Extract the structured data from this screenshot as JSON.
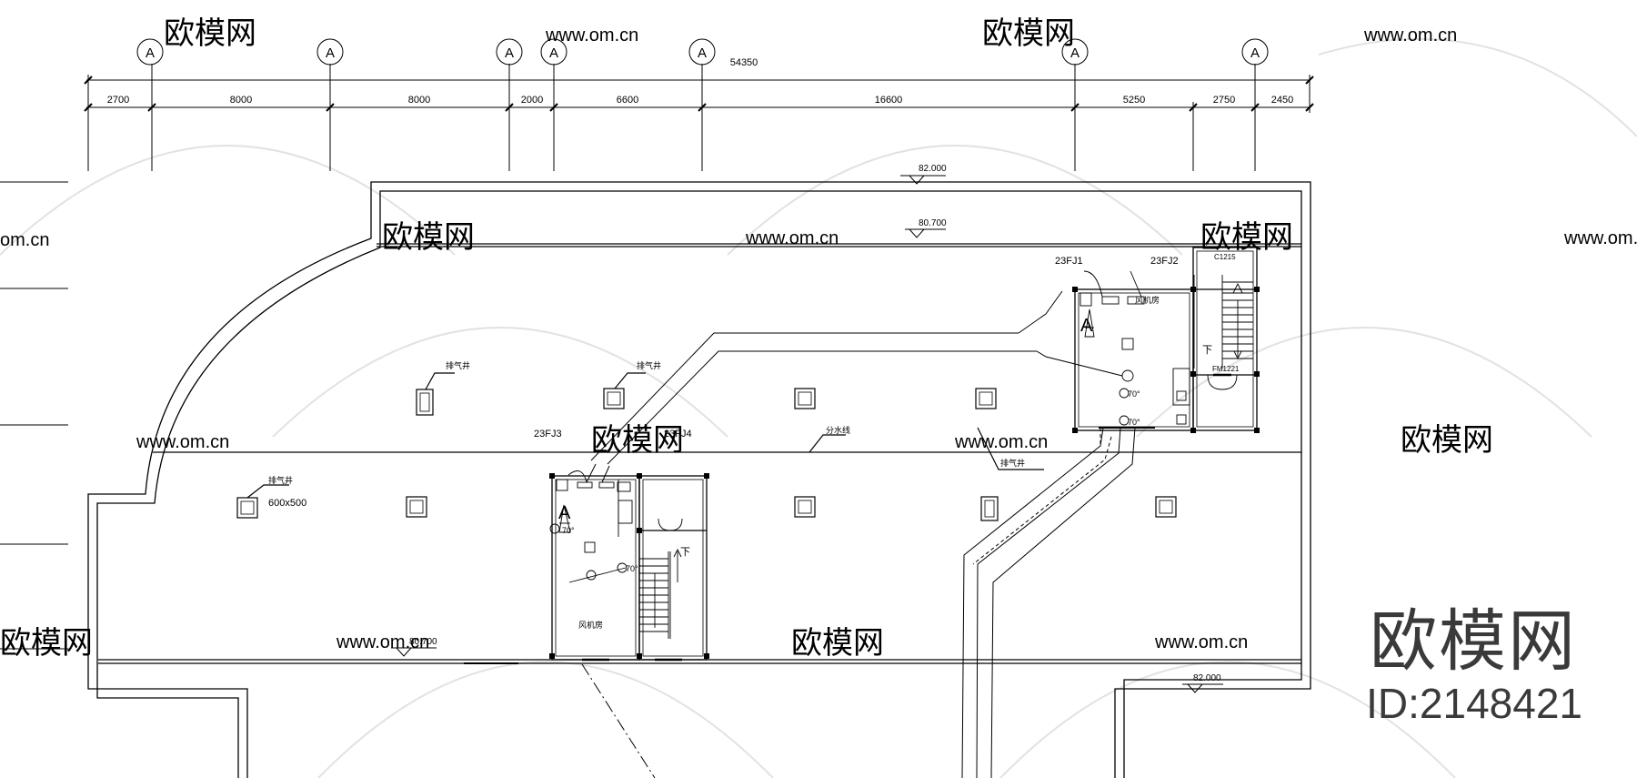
{
  "drawing": {
    "total_dimension": "54350",
    "axis_labels": [
      "A",
      "A",
      "A",
      "A",
      "A",
      "A",
      "A"
    ],
    "segment_dimensions": [
      "2700",
      "8000",
      "8000",
      "2000",
      "6600",
      "16600",
      "5250",
      "2750",
      "2450"
    ],
    "elevations": {
      "top_outer": "82.000",
      "top_inner": "80.700",
      "bottom_left": "80.700",
      "bottom_right": "82.000"
    },
    "equipment_tags": {
      "fj1": "23FJ1",
      "fj2": "23FJ2",
      "fj3": "23FJ3",
      "fj4": "23FJ4"
    },
    "room_labels": {
      "fan_room_right": "风机房",
      "fan_room_left": "风机房"
    },
    "shaft_labels": {
      "s1": "排气井",
      "s2": "排气井",
      "s3": "排气井",
      "s4": "排气井"
    },
    "shaft_size": "600x500",
    "divider_label": "分水线",
    "door_labels": {
      "d1": "C1215",
      "d2": "FM1221"
    },
    "stair_down": {
      "right": "下",
      "left": "下"
    },
    "angle_label": "70°",
    "fan_symbol": "A"
  },
  "watermark": {
    "brand": "欧模网",
    "id": "ID:2148421",
    "site": "www.om.cn",
    "site_alt": "om.cn",
    "brand_tile": "欧模网"
  },
  "colors": {
    "ink": "#000000",
    "watermark": "#cfcfcf",
    "brand_text": "#3a3a3a"
  }
}
